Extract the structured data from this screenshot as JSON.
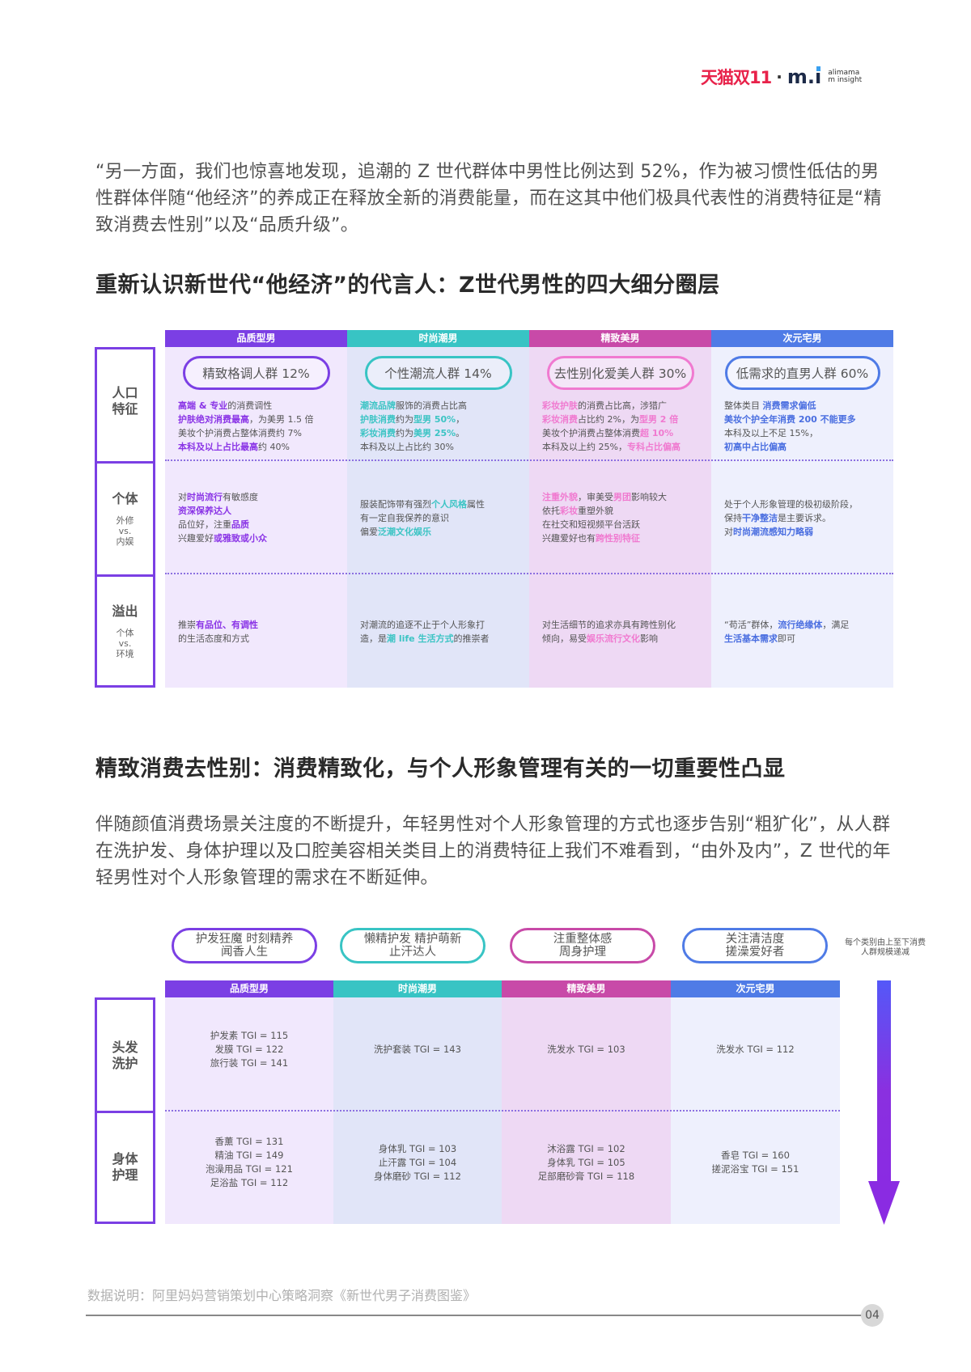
{
  "header": {
    "logo_tmall": "天猫双11",
    "logo_dot": "·",
    "logo_mi": "m.i",
    "logo_alimama_line1": "alimama",
    "logo_alimama_line2": "m insight"
  },
  "intro_paragraph": "“另一方面，我们也惊喜地发现，追潮的 Z 世代群体中男性比例达到 52%，作为被习惯性低估的男性群体伴随“他经济”的养成正在释放全新的消费能量，而在这其中他们极具代表性的消费特征是“精致消费去性别”以及“品质升级”。",
  "section1": {
    "title": "重新认识新世代“他经济”的代言人：Z世代男性的四大细分圈层",
    "columns": [
      {
        "name": "品质型男",
        "color": "#7b3fe4",
        "bg": "#f1e8fd"
      },
      {
        "name": "时尚潮男",
        "color": "#38c4c4",
        "bg": "#e1e5f8"
      },
      {
        "name": "精致美男",
        "color": "#c84aa8",
        "bg": "#eed9f4"
      },
      {
        "name": "次元宅男",
        "color": "#4f7be6",
        "bg": "#eef0fd"
      }
    ],
    "rows": [
      {
        "label": "人口\n特征",
        "sub": ""
      },
      {
        "label": "个体",
        "sub": "外修\nvs.\n内娱"
      },
      {
        "label": "溢出",
        "sub": "个体\nvs.\n环境"
      }
    ],
    "pills": [
      "精致格调人群 12%",
      "个性潮流人群 14%",
      "去性别化爱美人群 30%",
      "低需求的直男人群  60%"
    ],
    "cells": {
      "demo": [
        [
          [
            {
              "t": "高端 & 专业",
              "h": 1
            },
            {
              "t": "的消费调性"
            }
          ],
          [
            {
              "t": "护肤绝对消费最高",
              "h": 1
            },
            {
              "t": "，为美男 1.5 倍"
            }
          ],
          [
            {
              "t": "美妆个护消费占整体消费约 7%"
            }
          ],
          [
            {
              "t": "本科及以上占比最高",
              "h": 1
            },
            {
              "t": "约 40%"
            }
          ]
        ],
        [
          [
            {
              "t": "潮流品牌",
              "h": 1
            },
            {
              "t": "服饰的消费占比高"
            }
          ],
          [
            {
              "t": "护肤消费",
              "h": 1
            },
            {
              "t": "约为"
            },
            {
              "t": "型男 50%",
              "h": 1
            },
            {
              "t": "，"
            }
          ],
          [
            {
              "t": "彩妆消费",
              "h": 1
            },
            {
              "t": "约为"
            },
            {
              "t": "美男 25%",
              "h": 1
            },
            {
              "t": "。"
            }
          ],
          [
            {
              "t": "本科及以上占比约 30%"
            }
          ]
        ],
        [
          [
            {
              "t": "彩妆护肤",
              "h": 1
            },
            {
              "t": "的消费占比高，涉猎广"
            }
          ],
          [
            {
              "t": "彩妆消费",
              "h": 1
            },
            {
              "t": "占比约 2%，为"
            },
            {
              "t": "型男 2 倍",
              "h": 1
            }
          ],
          [
            {
              "t": "美妆个护消费占整体消费"
            },
            {
              "t": "超 10%",
              "h": 1
            }
          ],
          [
            {
              "t": "本科及以上约 25%，"
            },
            {
              "t": "专科占比偏高",
              "h": 1
            }
          ]
        ],
        [
          [
            {
              "t": "整体类目 "
            },
            {
              "t": "消费需求偏低",
              "h": 1
            }
          ],
          [
            {
              "t": "美妆个护全年消费 200 不能更多",
              "h": 1
            }
          ],
          [
            {
              "t": "本科及以上不足 15%，"
            }
          ],
          [
            {
              "t": "初高中占比偏高",
              "h": 1
            }
          ]
        ]
      ],
      "individual": [
        [
          [
            {
              "t": "对"
            },
            {
              "t": "时尚流行",
              "h": 1
            },
            {
              "t": "有敏感度"
            }
          ],
          [
            {
              "t": "资深保养达人",
              "h": 1
            }
          ],
          [
            {
              "t": "品位好，注重"
            },
            {
              "t": "品质",
              "h": 1
            }
          ],
          [
            {
              "t": "兴趣爱好"
            },
            {
              "t": "或雅致或小众",
              "h": 1
            }
          ]
        ],
        [
          [
            {
              "t": "服装配饰带有强烈"
            },
            {
              "t": "个人风格",
              "h": 1
            },
            {
              "t": "属性"
            }
          ],
          [
            {
              "t": "有一定自我保养的意识"
            }
          ],
          [
            {
              "t": "偏爱"
            },
            {
              "t": "泛潮文化娱乐",
              "h": 1
            }
          ]
        ],
        [
          [
            {
              "t": "注重外貌",
              "h": 1
            },
            {
              "t": "，审美受"
            },
            {
              "t": "男团",
              "h": 1
            },
            {
              "t": "影响较大"
            }
          ],
          [
            {
              "t": "依托"
            },
            {
              "t": "彩妆",
              "h": 1
            },
            {
              "t": "重塑外貌"
            }
          ],
          [
            {
              "t": "在社交和短视频平台活跃"
            }
          ],
          [
            {
              "t": "兴趣爱好也有"
            },
            {
              "t": "跨性别特征",
              "h": 1
            }
          ]
        ],
        [
          [
            {
              "t": "处于个人形象管理的极初级阶段，"
            }
          ],
          [
            {
              "t": "保持"
            },
            {
              "t": "干净整洁",
              "h": 1
            },
            {
              "t": "是主要诉求。"
            }
          ],
          [
            {
              "t": "对"
            },
            {
              "t": "时尚潮流感知力略弱",
              "h": 1
            }
          ]
        ]
      ],
      "overflow": [
        [
          [
            {
              "t": "推崇"
            },
            {
              "t": "有品位、有调性",
              "h": 1
            }
          ],
          [
            {
              "t": "的生活态度和方式"
            }
          ]
        ],
        [
          [
            {
              "t": "对潮流的追逐不止于个人形象打"
            }
          ],
          [
            {
              "t": "造，是"
            },
            {
              "t": "潮 life 生活方式",
              "h": 1
            },
            {
              "t": "的推崇者"
            }
          ]
        ],
        [
          [
            {
              "t": "对生活细节的追求亦具有跨性别化"
            }
          ],
          [
            {
              "t": "倾向，易受"
            },
            {
              "t": "娱乐流行文化",
              "h": 1
            },
            {
              "t": "影响"
            }
          ]
        ],
        [
          [
            {
              "t": "“苟活”群体，"
            },
            {
              "t": "流行绝缘体",
              "h": 1
            },
            {
              "t": "，满足"
            }
          ],
          [
            {
              "t": "生活基本需求",
              "h": 1
            },
            {
              "t": "即可"
            }
          ]
        ]
      ]
    }
  },
  "section2": {
    "title": "精致消费去性别：消费精致化，与个人形象管理有关的一切重要性凸显",
    "paragraph": "伴随颜值消费场景关注度的不断提升，年轻男性对个人形象管理的方式也逐步告别“粗犷化”，从人群在洗护发、身体护理以及口腔美容相关类目上的消费特征上我们不难看到，“由外及内”，Z 世代的年轻男性对个人形象管理的需求在不断延伸。",
    "pills": [
      {
        "line1": "护发狂魔 时刻精养",
        "line2": "闻香人生"
      },
      {
        "line1": "懒精护发 精护萌新",
        "line2": "止汗达人"
      },
      {
        "line1": "注重整体感",
        "line2": "周身护理"
      },
      {
        "line1": "关注清洁度",
        "line2": "搓澡爱好者"
      }
    ],
    "arrow_note": "每个类别由上至下消费人群规模递减",
    "rows": [
      {
        "label": "头发\n洗护"
      },
      {
        "label": "身体\n护理"
      }
    ],
    "hair": [
      [
        "护发素  TGI = 115",
        "发膜  TGI = 122",
        "旅行装  TGI = 141"
      ],
      [
        "洗护套装  TGI = 143"
      ],
      [
        "洗发水 TGI = 103"
      ],
      [
        "洗发水  TGI = 112"
      ]
    ],
    "body": [
      [
        "香薰  TGI = 131",
        "精油  TGI = 149",
        "泡澡用品   TGI = 121",
        "足浴盐 TGI = 112"
      ],
      [
        "身体乳 TGI = 103",
        "止汗露 TGI = 104",
        "身体磨砂 TGI = 112"
      ],
      [
        "沐浴露 TGI = 102",
        "身体乳 TGI = 105",
        "足部磨砂膏 TGI = 118"
      ],
      [
        "香皂 TGI = 160",
        "搓泥浴宝 TGI = 151"
      ]
    ]
  },
  "footer": {
    "note": "数据说明：阿里妈妈营销策划中心策略洞察《新世代男子消费图鉴》",
    "page": "04"
  }
}
